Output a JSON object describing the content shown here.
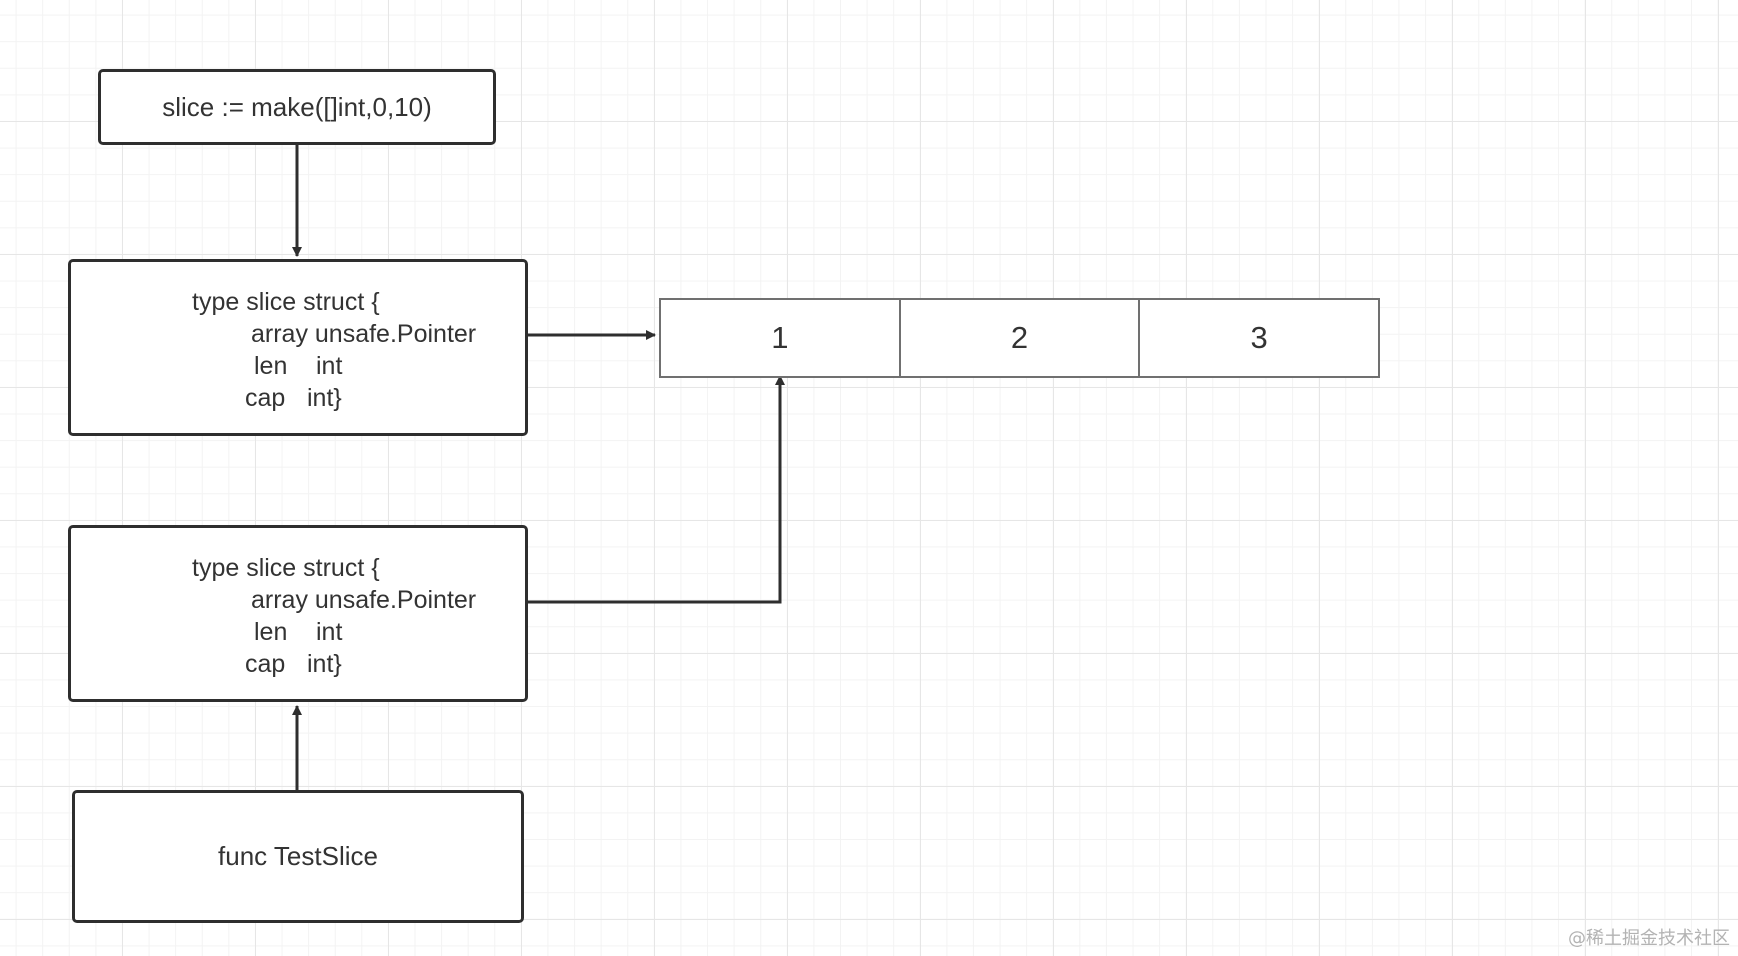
{
  "nodes": {
    "make_call": "slice := make([]int,0,10)",
    "struct_top": {
      "line1": "type slice struct {",
      "line2": "array unsafe.Pointer",
      "line3_key": "len",
      "line3_val": "int",
      "line4_key": "cap",
      "line4_val": "int}"
    },
    "struct_bottom": {
      "line1": "type slice struct {",
      "line2": "array unsafe.Pointer",
      "line3_key": "len",
      "line3_val": "int",
      "line4_key": "cap",
      "line4_val": "int}"
    },
    "func_box": "func TestSlice"
  },
  "array_cells": [
    "1",
    "2",
    "3"
  ],
  "watermark": "@稀土掘金技术社区",
  "colors": {
    "stroke": "#2e2e2e",
    "text": "#333333",
    "cell_border": "#707070",
    "grid_major": "#e6e6e6",
    "grid_minor": "#f3f3f3"
  }
}
